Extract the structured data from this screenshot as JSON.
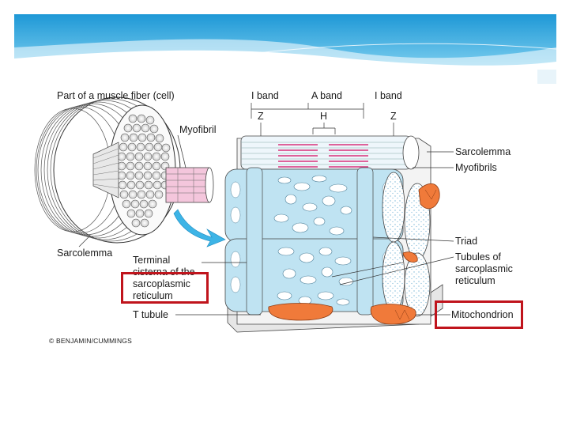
{
  "figure": {
    "title_label": "Part of a muscle fiber (cell)",
    "myofibril_label": "Myofibril",
    "sarcolemma_left_label": "Sarcolemma",
    "terminal_label_line1": "Terminal",
    "terminal_label_line2": "cisterna of the",
    "sarcoplasmic_line1": "sarcoplasmic",
    "sarcoplasmic_line2": "reticulum",
    "t_tubule_label": "T tubule",
    "band_labels": {
      "i_band_left": "I band",
      "a_band": "A band",
      "i_band_right": "I band"
    },
    "line_labels": {
      "z_left": "Z",
      "h": "H",
      "z_right": "Z"
    },
    "right_labels": {
      "sarcolemma": "Sarcolemma",
      "myofibrils": "Myofibrils",
      "triad": "Triad",
      "tubules_line1": "Tubules of",
      "tubules_line2": "sarcoplasmic",
      "tubules_line3": "reticulum",
      "mitochondrion": "Mitochondrion"
    },
    "credit": "© BENJAMIN/CUMMINGS"
  },
  "colors": {
    "banner_blue": "#2aa3dc",
    "highlight_red": "#c0141c",
    "sr_blue": "#bfe3f2",
    "mito_orange": "#f07a3a",
    "myofilament_pink": "#d9307a",
    "arrow_blue": "#3db4e6"
  }
}
